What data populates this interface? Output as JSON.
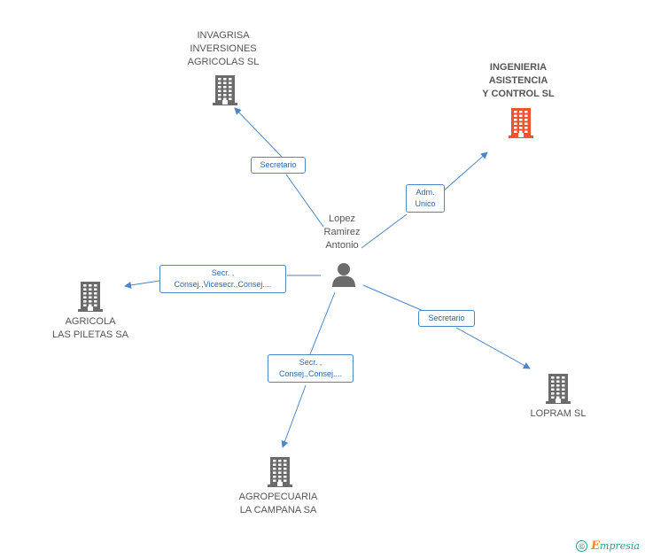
{
  "person": {
    "lines": [
      "Lopez",
      "Ramirez",
      "Antonio"
    ],
    "icon": "person-icon"
  },
  "companies": [
    {
      "id": "invagrisa",
      "lines": [
        "INVAGRISA",
        "INVERSIONES",
        "AGRICOLAS SL"
      ],
      "color": "#6b6b6b",
      "icon": "building-icon"
    },
    {
      "id": "ingenieria",
      "lines": [
        "INGENIERIA",
        "ASISTENCIA",
        "Y CONTROL SL"
      ],
      "color": "#f0542c",
      "icon": "building-icon"
    },
    {
      "id": "agricola",
      "lines": [
        "AGRICOLA",
        "LAS PILETAS SA"
      ],
      "color": "#6b6b6b",
      "icon": "building-icon"
    },
    {
      "id": "agropecuaria",
      "lines": [
        "AGROPECUARIA",
        "LA CAMPANA SA"
      ],
      "color": "#6b6b6b",
      "icon": "building-icon"
    },
    {
      "id": "lopram",
      "lines": [
        "LOPRAM SL"
      ],
      "color": "#6b6b6b",
      "icon": "building-icon"
    }
  ],
  "edges": [
    {
      "to": "invagrisa",
      "lines": [
        "Secretario"
      ]
    },
    {
      "to": "ingenieria",
      "lines": [
        "Adm.",
        "Unico"
      ]
    },
    {
      "to": "agricola",
      "lines": [
        "Secr. ,",
        "Consej.,Vicesecr.,Consej...."
      ]
    },
    {
      "to": "agropecuaria",
      "lines": [
        "Secr. ,",
        "Consej.,Consej...."
      ]
    },
    {
      "to": "lopram",
      "lines": [
        "Secretario"
      ]
    }
  ],
  "colors": {
    "edge": "#4a86c8",
    "default_building": "#6b6b6b",
    "highlight_building": "#f0542c",
    "person": "#6b6b6b"
  },
  "footer": {
    "copyright": "©",
    "brand_first": "E",
    "brand_rest": "mpresia"
  }
}
